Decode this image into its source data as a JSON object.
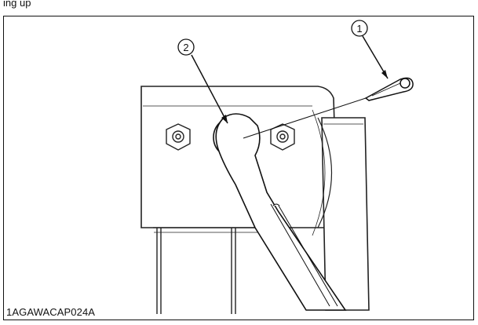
{
  "header": {
    "partial_text": "ing up"
  },
  "callouts": [
    {
      "number": "1",
      "part": "cotter-pin"
    },
    {
      "number": "2",
      "part": "nut"
    }
  ],
  "figure_code": "1AGAWACAP024A",
  "icons": [
    "cotter-pin-icon",
    "nut-icon",
    "wrench-icon"
  ]
}
